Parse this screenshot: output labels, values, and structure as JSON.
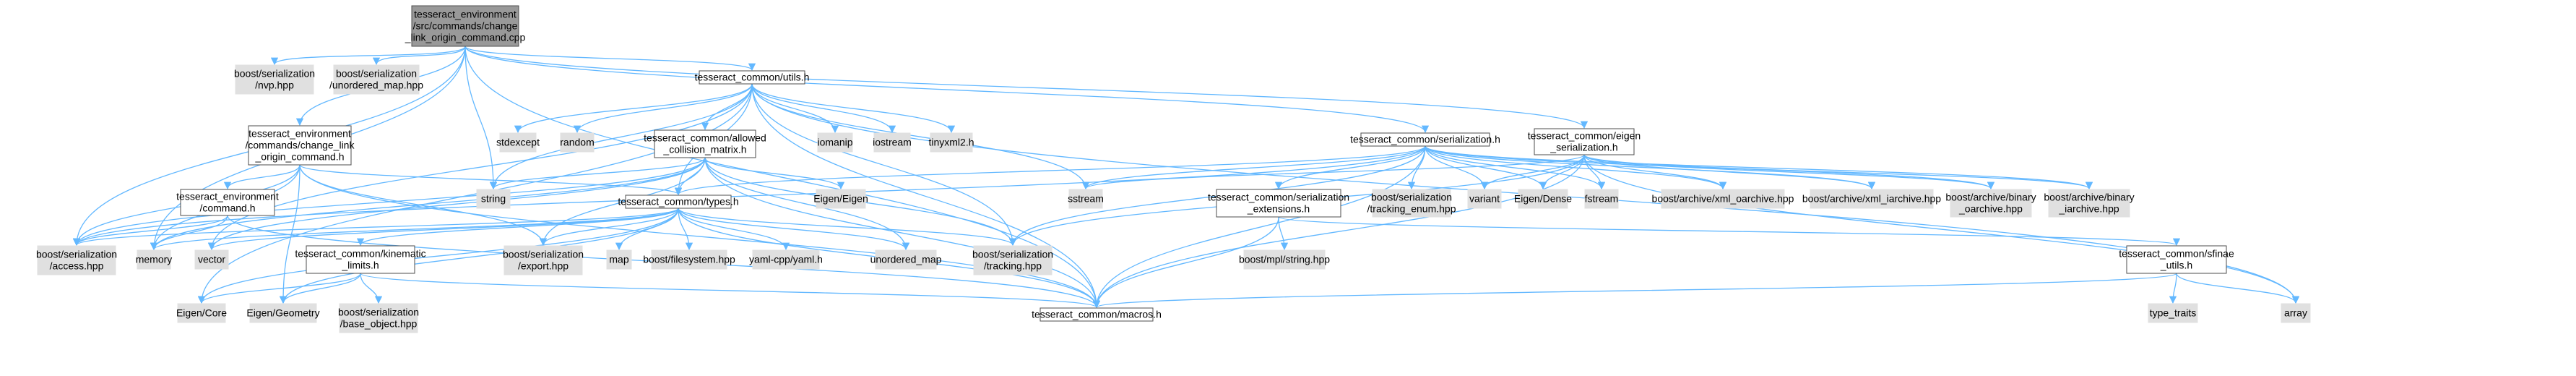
{
  "colors": {
    "edge": "#63b8ff",
    "root_fill": "#999999",
    "node_border": "#4d4d4d",
    "external_fill": "#e0e0e0"
  },
  "nodes": [
    {
      "id": "root",
      "lines": [
        "tesseract_environment",
        "/src/commands/change",
        "_link_origin_command.cpp"
      ],
      "style": "root"
    },
    {
      "id": "nvp",
      "lines": [
        "boost/serialization",
        "/nvp.hpp"
      ],
      "style": "gray"
    },
    {
      "id": "umap_hpp",
      "lines": [
        "boost/serialization",
        "/unordered_map.hpp"
      ],
      "style": "gray"
    },
    {
      "id": "utils",
      "lines": [
        "tesseract_common/utils.h"
      ],
      "style": "white"
    },
    {
      "id": "serialization",
      "lines": [
        "tesseract_common/serialization.h"
      ],
      "style": "white"
    },
    {
      "id": "eigen_ser",
      "lines": [
        "tesseract_common/eigen",
        "_serialization.h"
      ],
      "style": "white"
    },
    {
      "id": "clo_cmd",
      "lines": [
        "tesseract_environment",
        "/commands/change_link",
        "_origin_command.h"
      ],
      "style": "white"
    },
    {
      "id": "stdexcept",
      "lines": [
        "stdexcept"
      ],
      "style": "gray"
    },
    {
      "id": "random",
      "lines": [
        "random"
      ],
      "style": "gray"
    },
    {
      "id": "acm",
      "lines": [
        "tesseract_common/allowed",
        "_collision_matrix.h"
      ],
      "style": "white"
    },
    {
      "id": "iomanip",
      "lines": [
        "iomanip"
      ],
      "style": "gray"
    },
    {
      "id": "iostream",
      "lines": [
        "iostream"
      ],
      "style": "gray"
    },
    {
      "id": "tinyxml2",
      "lines": [
        "tinyxml2.h"
      ],
      "style": "gray"
    },
    {
      "id": "string",
      "lines": [
        "string"
      ],
      "style": "gray"
    },
    {
      "id": "sstream",
      "lines": [
        "sstream"
      ],
      "style": "gray"
    },
    {
      "id": "eigen_eigen",
      "lines": [
        "Eigen/Eigen"
      ],
      "style": "gray"
    },
    {
      "id": "command",
      "lines": [
        "tesseract_environment",
        "/command.h"
      ],
      "style": "white"
    },
    {
      "id": "types",
      "lines": [
        "tesseract_common/types.h"
      ],
      "style": "white"
    },
    {
      "id": "ser_ext",
      "lines": [
        "tesseract_common/serialization",
        "_extensions.h"
      ],
      "style": "white"
    },
    {
      "id": "tracking_enum",
      "lines": [
        "boost/serialization",
        "/tracking_enum.hpp"
      ],
      "style": "gray"
    },
    {
      "id": "variant",
      "lines": [
        "variant"
      ],
      "style": "gray"
    },
    {
      "id": "eigen_dense",
      "lines": [
        "Eigen/Dense"
      ],
      "style": "gray"
    },
    {
      "id": "fstream",
      "lines": [
        "fstream"
      ],
      "style": "gray"
    },
    {
      "id": "xml_oarchive",
      "lines": [
        "boost/archive/xml_oarchive.hpp"
      ],
      "style": "gray"
    },
    {
      "id": "xml_iarchive",
      "lines": [
        "boost/archive/xml_iarchive.hpp"
      ],
      "style": "gray"
    },
    {
      "id": "bin_oarchive",
      "lines": [
        "boost/archive/binary",
        "_oarchive.hpp"
      ],
      "style": "gray"
    },
    {
      "id": "bin_iarchive",
      "lines": [
        "boost/archive/binary",
        "_iarchive.hpp"
      ],
      "style": "gray"
    },
    {
      "id": "access",
      "lines": [
        "boost/serialization",
        "/access.hpp"
      ],
      "style": "gray"
    },
    {
      "id": "memory",
      "lines": [
        "memory"
      ],
      "style": "gray"
    },
    {
      "id": "vector",
      "lines": [
        "vector"
      ],
      "style": "gray"
    },
    {
      "id": "kin_limits",
      "lines": [
        "tesseract_common/kinematic",
        "_limits.h"
      ],
      "style": "white"
    },
    {
      "id": "export",
      "lines": [
        "boost/serialization",
        "/export.hpp"
      ],
      "style": "gray"
    },
    {
      "id": "map",
      "lines": [
        "map"
      ],
      "style": "gray"
    },
    {
      "id": "filesystem",
      "lines": [
        "boost/filesystem.hpp"
      ],
      "style": "gray"
    },
    {
      "id": "yaml",
      "lines": [
        "yaml-cpp/yaml.h"
      ],
      "style": "gray"
    },
    {
      "id": "unordered_map",
      "lines": [
        "unordered_map"
      ],
      "style": "gray"
    },
    {
      "id": "tracking",
      "lines": [
        "boost/serialization",
        "/tracking.hpp"
      ],
      "style": "gray"
    },
    {
      "id": "mpl_string",
      "lines": [
        "boost/mpl/string.hpp"
      ],
      "style": "gray"
    },
    {
      "id": "sfinae",
      "lines": [
        "tesseract_common/sfinae",
        "_utils.h"
      ],
      "style": "white"
    },
    {
      "id": "eigen_core",
      "lines": [
        "Eigen/Core"
      ],
      "style": "gray"
    },
    {
      "id": "eigen_geometry",
      "lines": [
        "Eigen/Geometry"
      ],
      "style": "gray"
    },
    {
      "id": "base_object",
      "lines": [
        "boost/serialization",
        "/base_object.hpp"
      ],
      "style": "gray"
    },
    {
      "id": "macros",
      "lines": [
        "tesseract_common/macros.h"
      ],
      "style": "white"
    },
    {
      "id": "type_traits",
      "lines": [
        "type_traits"
      ],
      "style": "gray"
    },
    {
      "id": "array",
      "lines": [
        "array"
      ],
      "style": "gray"
    }
  ]
}
